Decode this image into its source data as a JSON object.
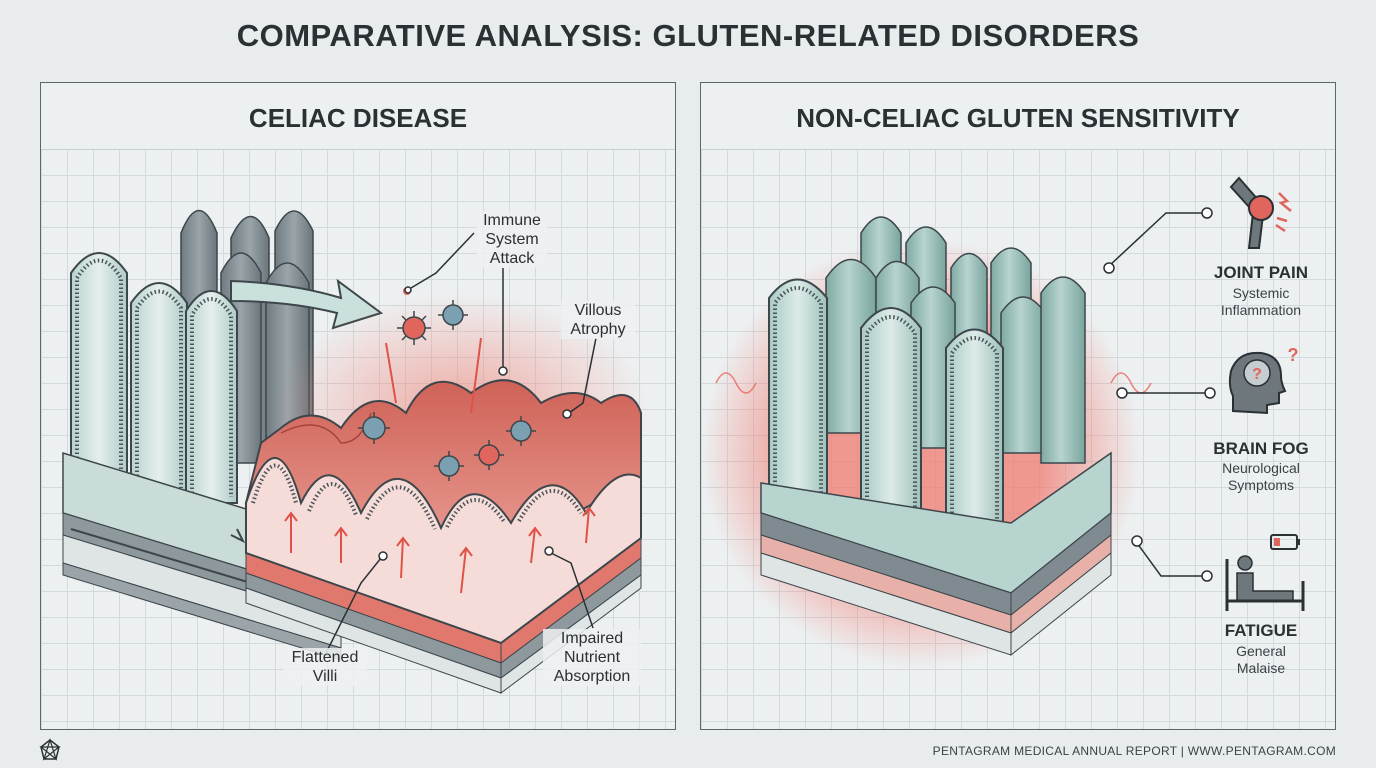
{
  "header": {
    "title": "COMPARATIVE ANALYSIS: GLUTEN-RELATED DISORDERS"
  },
  "celiac": {
    "title": "CELIAC DISEASE",
    "labels": {
      "immune": "Immune\nSystem\nAttack",
      "atrophy": "Villous\nAtrophy",
      "flattened": "Flattened\nVilli",
      "impaired": "Impaired\nNutrient\nAbsorption"
    }
  },
  "ncgs": {
    "title": "NON-CELIAC GLUTEN SENSITIVITY",
    "symptoms": [
      {
        "title": "JOINT PAIN",
        "subtitle": "Systemic\nInflammation",
        "icon": "knee-joint-icon"
      },
      {
        "title": "BRAIN FOG",
        "subtitle": "Neurological\nSymptoms",
        "icon": "head-question-icon"
      },
      {
        "title": "FATIGUE",
        "subtitle": "General\nMalaise",
        "icon": "person-in-bed-icon"
      }
    ]
  },
  "footer": {
    "text": "PENTAGRAM MEDICAL ANNUAL REPORT  |  WWW.PENTAGRAM.COM"
  },
  "colors": {
    "villi_healthy": "#9fc6bd",
    "villi_gray": "#7f8b91",
    "inflamed": "#e0655c",
    "ink": "#2a3034"
  }
}
